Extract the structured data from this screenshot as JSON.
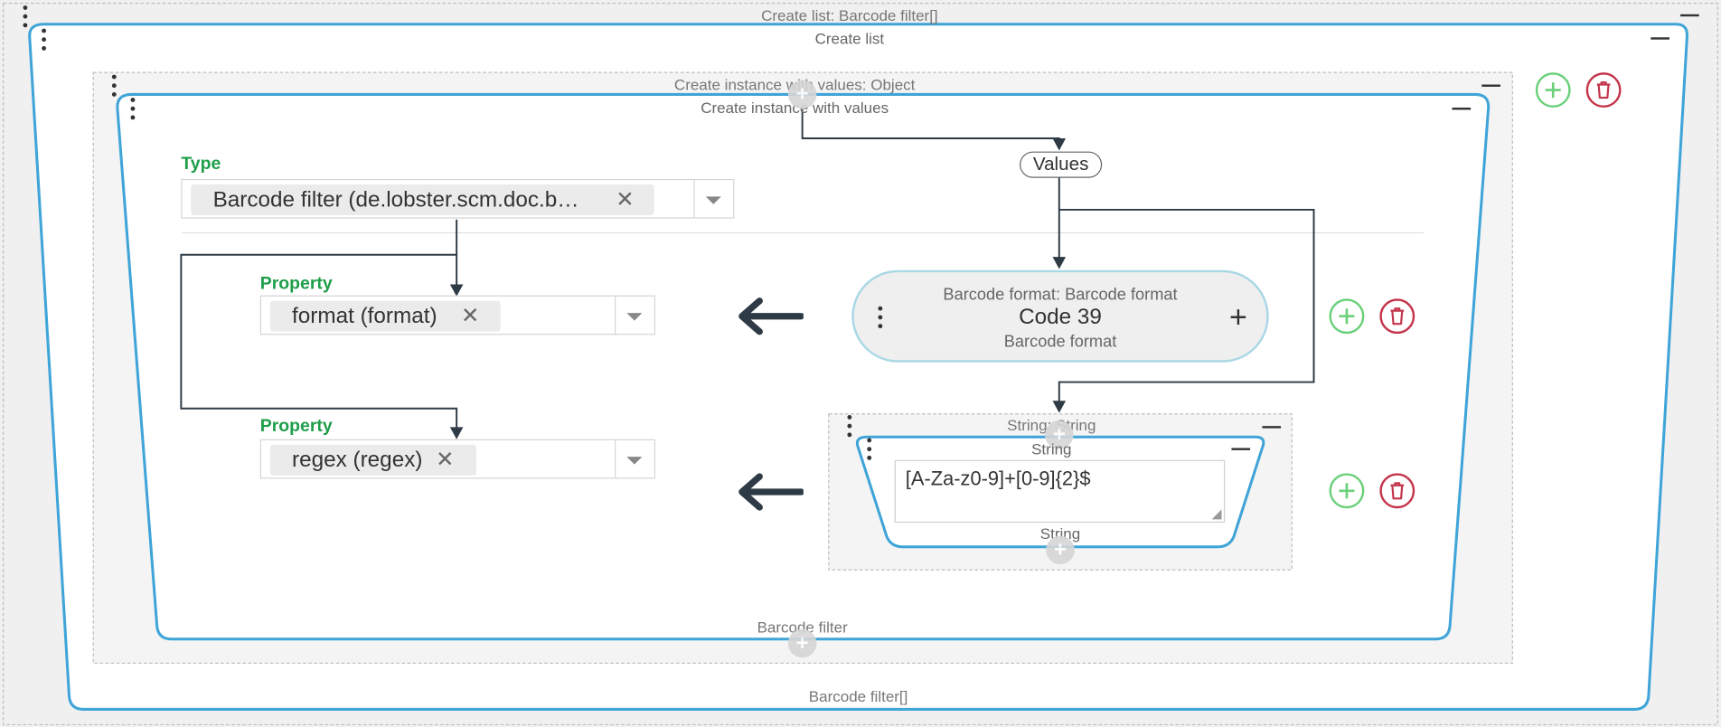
{
  "outer": {
    "title": "Create list: Barcode filter[]",
    "inner_title": "Create list",
    "footer": "Barcode filter[]"
  },
  "instance": {
    "title": "Create instance with values: Object",
    "inner_title": "Create instance with values",
    "footer": "Barcode filter",
    "values_label": "Values",
    "type_label": "Type",
    "type_value": "Barcode filter (de.lobster.scm.doc.b…",
    "clear_glyph": "✕"
  },
  "properties": [
    {
      "label": "Property",
      "value": "format (format)"
    },
    {
      "label": "Property",
      "value": "regex (regex)"
    }
  ],
  "barcode_format": {
    "title": "Barcode format: Barcode format",
    "value": "Code 39",
    "footer": "Barcode format",
    "plus_glyph": "+"
  },
  "string_block": {
    "title": "String: String",
    "inner_title": "String",
    "value": "[A-Za-z0-9]+[0-9]{2}$",
    "footer": "String"
  },
  "icons": {
    "add": "plus-circle-icon",
    "delete": "trash-icon",
    "more": "vertical-dots-icon",
    "collapse": "minus-icon",
    "assign": "left-arrow-icon"
  },
  "colors": {
    "frame_blue": "#3fa4d8",
    "label_green": "#1f9e4a",
    "add_green": "#6bd07a",
    "delete_red": "#c4354b",
    "connector": "#2e3a45"
  }
}
